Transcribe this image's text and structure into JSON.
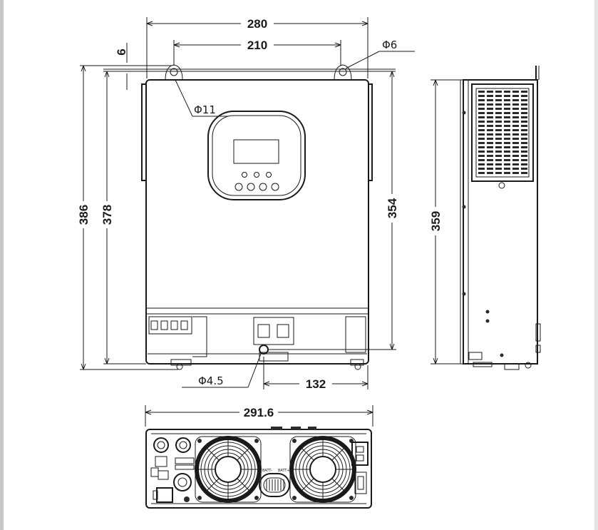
{
  "dimensions": {
    "width_total": "280",
    "mount_spacing": "210",
    "hole_offset": "6",
    "total_height": "386",
    "body_height": "378",
    "hole_to_bottom": "354",
    "side_height": "359",
    "bottom_offset": "132",
    "bottom_width": "291.6"
  },
  "diameters": {
    "small_hole": "Φ6",
    "keyhole": "Φ11",
    "cable_hole": "Φ4.5"
  },
  "bottom_labels": {
    "port_a": "BATT-",
    "port_b": "BATT+"
  },
  "colors": {
    "line": "#1a1a1a",
    "frame_grey": "#d9d9d9",
    "border_left": "#c8c8c8"
  }
}
